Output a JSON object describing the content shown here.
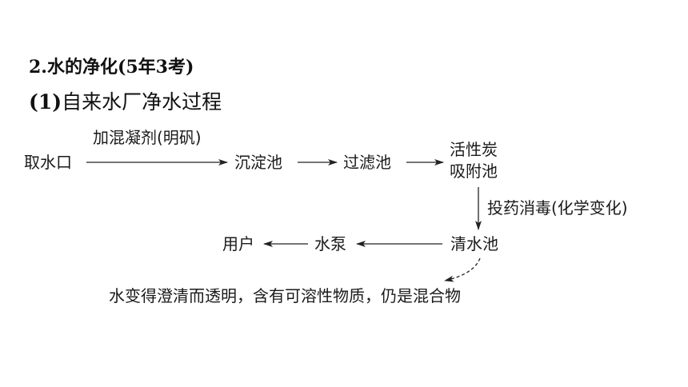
{
  "section_title": "2.水的净化(5年3考)",
  "subsection_title": {
    "number": "(1)",
    "text": "自来水厂净水过程"
  },
  "nodes": {
    "intake": "取水口",
    "sedimentation": "沉淀池",
    "filtration": "过滤池",
    "adsorption": [
      "活性炭",
      "吸附池"
    ],
    "clear_water": "清水池",
    "pump": "水泵",
    "user": "用户"
  },
  "edge_labels": {
    "coagulant": "加混凝剂(明矾)",
    "disinfection": "投药消毒(化学变化)"
  },
  "conclusion": "水变得澄清而透明，含有可溶性物质，仍是混合物",
  "colors": {
    "text": "#1a1a1a",
    "arrow": "#222222",
    "background": "#ffffff"
  }
}
